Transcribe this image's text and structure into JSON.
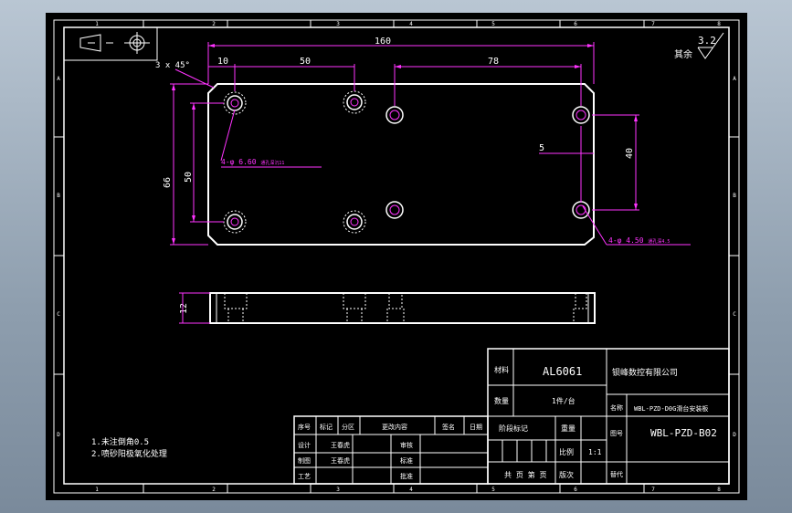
{
  "frame": {
    "columns_top": [
      "1",
      "2",
      "3",
      "4",
      "5",
      "6",
      "7",
      "8"
    ],
    "columns_bottom": [
      "1",
      "2",
      "3",
      "4",
      "5",
      "6",
      "7",
      "8"
    ],
    "rows_left": [
      "A",
      "B",
      "C",
      "D"
    ],
    "rows_right": [
      "A",
      "B",
      "C",
      "D"
    ]
  },
  "roughness": {
    "prefix": "其余",
    "value": "3.2"
  },
  "dimensions": {
    "total_length": "160",
    "chamfer": "3 x 45°",
    "edge_offset": "10",
    "hole_spacing_50": "50",
    "hole_spacing_78": "78",
    "height_66": "66",
    "hole_vspacing_50": "50",
    "hole_vspacing_40": "40",
    "edge_5": "5",
    "thickness_12": "12",
    "hole_callout_a": "4-φ 6.60 ",
    "hole_callout_a_depth": "通孔深沉11",
    "hole_callout_b": "4-φ 4.50 ",
    "hole_callout_b_depth": "通孔深4.5"
  },
  "notes": [
    "1.未注倒角0.5",
    "2.喷砂阳极氧化处理"
  ],
  "title_block": {
    "material_label": "材料",
    "material_value": "AL6061",
    "company": "钡峰数控有限公司",
    "quantity_label": "数量",
    "quantity_value": "1件/台",
    "name_label": "名称",
    "name_value": "WBL-PZD-D0G滑台安装板",
    "drawing_no_label": "图号",
    "drawing_no_value": "WBL-PZD-B02",
    "stage_mark_label": "阶段标记",
    "weight_label": "重量",
    "scale_label": "比例",
    "scale_value": "1:1",
    "sheet_total": "共 页 第 页",
    "version_label": "版次",
    "replace_label": "替代",
    "rev_headers": [
      "序号",
      "标记",
      "分区",
      "更改内容",
      "签名",
      "日期"
    ],
    "design_label": "设计",
    "design_name": "王春虎",
    "review_label": "审核",
    "draw_label": "制图",
    "draw_name": "王春虎",
    "std_label": "标准",
    "process_label": "工艺",
    "approve_label": "批准"
  }
}
